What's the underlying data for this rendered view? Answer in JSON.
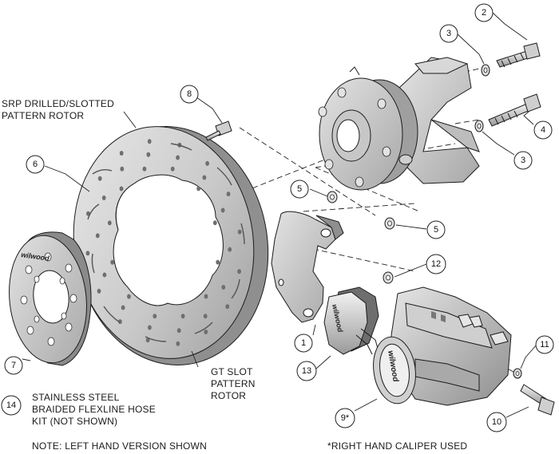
{
  "labels": {
    "rotor_title_1": "SRP DRILLED/SLOTTED",
    "rotor_title_2": "PATTERN ROTOR",
    "gt_1": "GT SLOT",
    "gt_2": "PATTERN",
    "gt_3": "ROTOR",
    "hose_1": "STAINLESS STEEL",
    "hose_2": "BRAIDED FLEXLINE HOSE",
    "hose_3": "KIT (NOT SHOWN)",
    "note_left": "NOTE: LEFT HAND VERSION SHOWN",
    "note_right": "*RIGHT HAND CALIPER USED",
    "hat_brand": "wilwood",
    "pad_brand": "wilwood",
    "caliper_brand": "wilwood"
  },
  "callouts": {
    "c1": "1",
    "c2": "2",
    "c3a": "3",
    "c3b": "3",
    "c4": "4",
    "c5a": "5",
    "c5b": "5",
    "c6": "6",
    "c7": "7",
    "c8": "8",
    "c9": "9*",
    "c10": "10",
    "c11": "11",
    "c12": "12",
    "c13": "13",
    "c14": "14"
  },
  "colors": {
    "line": "#1c1c1c",
    "metal_light": "#d9d9d9",
    "metal_mid": "#b3b3b3",
    "metal_dark": "#7a7a7a",
    "background": "#ffffff"
  }
}
